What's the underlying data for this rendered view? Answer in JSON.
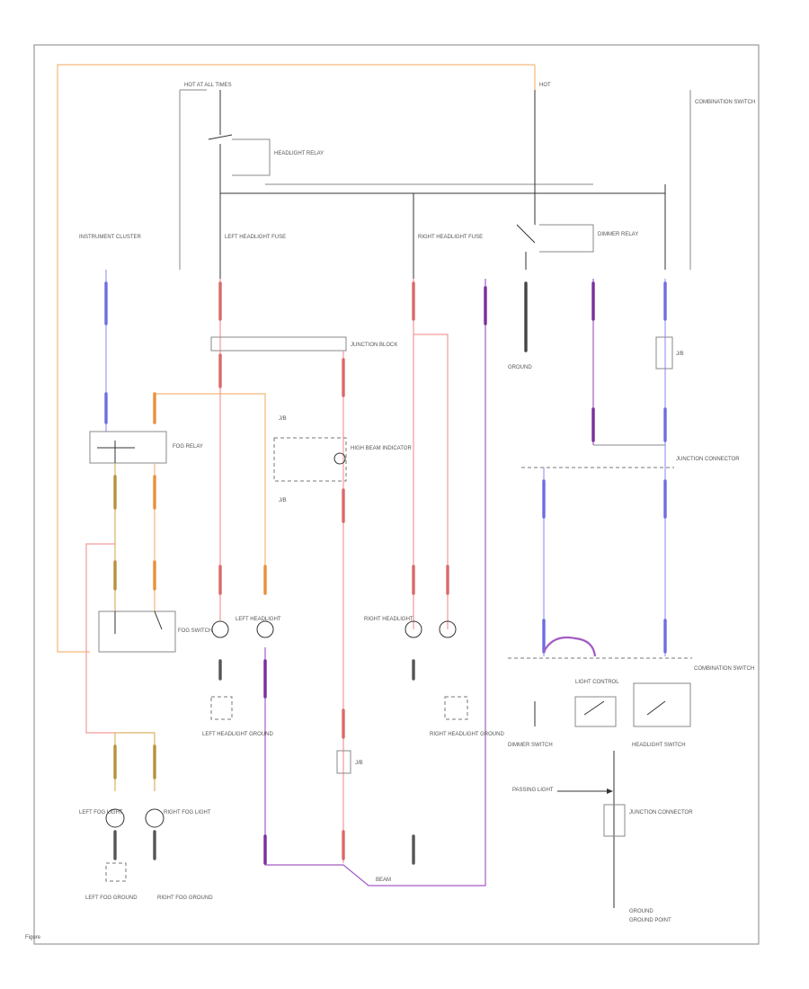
{
  "title": "",
  "colors": {
    "orange": "#f5b77a",
    "orange_dark": "#e8913a",
    "pink": "#f39a9a",
    "pink_dark": "#d86a6a",
    "blue": "#9b9bf2",
    "blue_dark": "#6e6ee0",
    "purple": "#a35cc2",
    "purple_dark": "#7a2f9a",
    "tan": "#d9b35e",
    "black": "#333333",
    "gray": "#888888"
  },
  "labels": {
    "fuse_top_left": "HOT AT ALL TIMES",
    "fuse_top_right": "HOT",
    "headlight_relay": "HEADLIGHT RELAY",
    "dimmer_relay": "DIMMER RELAY",
    "ground_right": "COMBINATION SWITCH",
    "left_headlight_fuse": "LEFT HEADLIGHT FUSE",
    "right_headlight_fuse": "RIGHT HEADLIGHT FUSE",
    "instrument_cluster": "INSTRUMENT CLUSTER",
    "jb_left": "JUNCTION BLOCK",
    "high_beam_indicator": "HIGH BEAM INDICATOR",
    "jb_connector": "J/B",
    "fuel_connector": "J/B",
    "fog_relay": "FOG RELAY",
    "fog_switch": "FOG SWITCH",
    "ground_mid": "GROUND",
    "jb_right": "J/B",
    "junction_connector": "JUNCTION CONNECTOR",
    "left_headlight": "LEFT HEADLIGHT",
    "right_headlight": "RIGHT HEADLIGHT",
    "left_headlight_gnd": "LEFT HEADLIGHT GROUND",
    "right_headlight_gnd": "RIGHT HEADLIGHT GROUND",
    "beam_label": "BEAM",
    "jb_bottom": "J/B",
    "combination_switch": "COMBINATION SWITCH",
    "dimmer_switch": "DIMMER SWITCH",
    "light_control": "LIGHT CONTROL",
    "headlight_switch": "HEADLIGHT SWITCH",
    "left_fog": "LEFT FOG LIGHT",
    "right_fog": "RIGHT FOG LIGHT",
    "left_fog_gnd": "LEFT FOG GROUND",
    "right_fog_gnd": "RIGHT FOG GROUND",
    "passing_light": "PASSING LIGHT",
    "junction_connector_2": "JUNCTION CONNECTOR",
    "ground_bottom": "GROUND",
    "ground_point": "GROUND POINT"
  },
  "footer": "Figure"
}
